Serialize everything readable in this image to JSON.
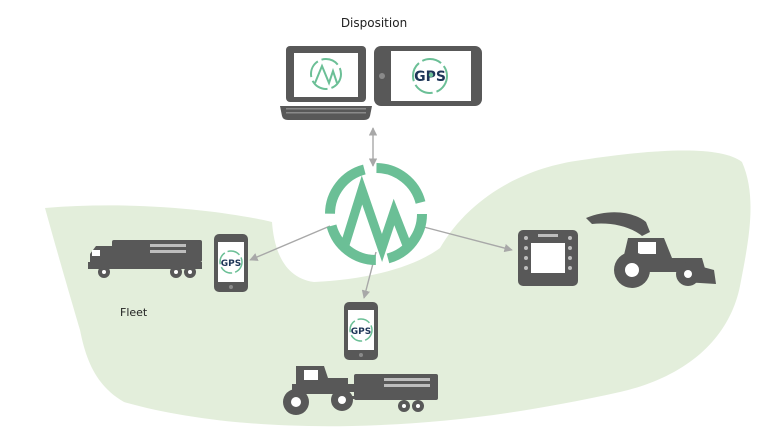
{
  "labels": {
    "title": "Disposition",
    "fleet": "Fleet"
  },
  "logos": {
    "ar": "AR",
    "gps": "GPS"
  },
  "icons": {
    "laptop": "laptop-icon",
    "tablet": "tablet-icon",
    "phone": "smartphone-icon",
    "terminal": "onboard-terminal-icon",
    "truck": "truck-icon",
    "tractor": "tractor-icon",
    "harvester": "forage-harvester-icon"
  },
  "colors": {
    "ground": "#e3eedb",
    "device": "#585858",
    "logo_green": "#6bbf96",
    "logo_dark": "#1d3557",
    "arrow": "#a8a8a8"
  }
}
